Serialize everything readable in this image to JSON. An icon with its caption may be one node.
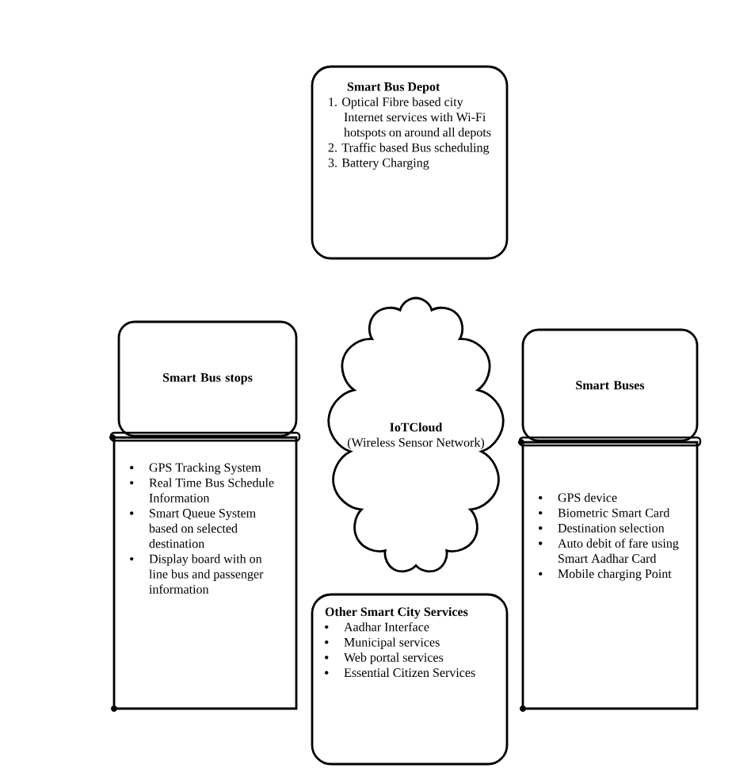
{
  "diagram": {
    "nodes": [
      {
        "text": [
          "Smart Bus Depot",
          "1. Optical Fibre based city Internet services with Wi-Fi hotspots on around all depots",
          "2. Traffic based Bus scheduling",
          "3. Battery Charging"
        ]
      },
      {
        "text": [
          "Smart Bus stops"
        ]
      },
      {
        "text": [
          "GPS Tracking System",
          "Real Time Bus Schedule Information",
          "Smart Queue System based on selected destination",
          "Display board with on line bus and passenger information"
        ]
      },
      {
        "text": [
          "IoTCloud",
          "(Wireless Sensor Network)"
        ]
      },
      {
        "text": [
          "Smart Buses"
        ]
      },
      {
        "text": [
          "GPS device",
          "Biometric Smart Card",
          "Destination selection",
          "Auto debit of fare using Smart Aadhar Card",
          "Mobile charging Point"
        ]
      },
      {
        "text": [
          "Other Smart City Services",
          "Aadhar Interface",
          "Municipal services",
          "Web portal services",
          "Essential Citizen Services"
        ]
      }
    ],
    "edges": []
  }
}
